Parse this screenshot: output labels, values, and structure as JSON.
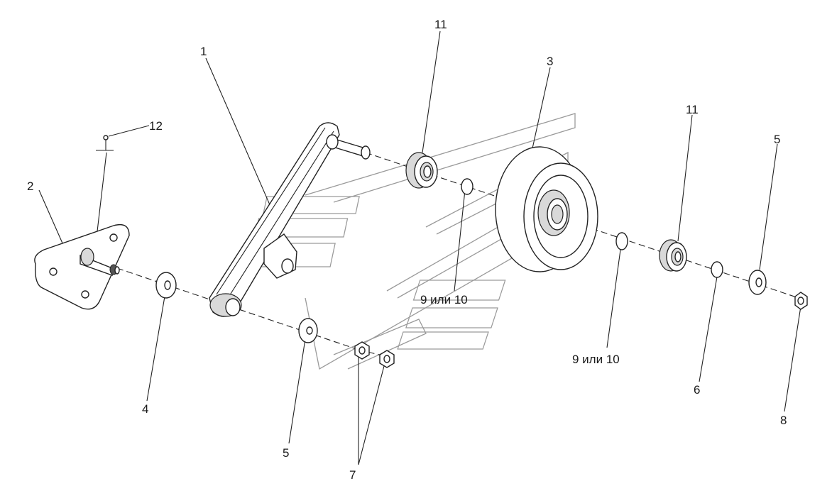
{
  "callouts": {
    "c1": "1",
    "c2": "2",
    "c3": "3",
    "c4": "4",
    "c5a": "5",
    "c5b": "5",
    "c6": "6",
    "c7": "7",
    "c8": "8",
    "c11a": "11",
    "c11b": "11",
    "c12": "12",
    "c9a": "9 или 10",
    "c9b": "9 или 10"
  }
}
